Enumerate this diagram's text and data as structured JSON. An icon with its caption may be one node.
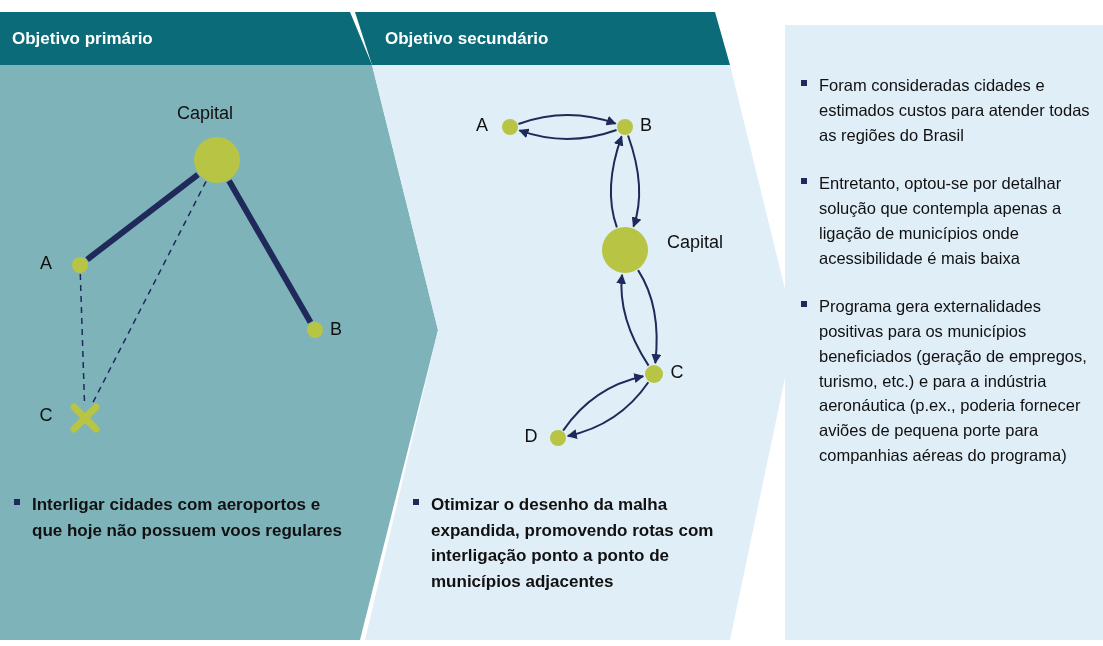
{
  "diagram": {
    "nodes": [
      {
        "text": [
          "Objetivo primário",
          "Interligar cidades com aeroportos e que hoje não possuem voos regulares"
        ]
      },
      {
        "text": [
          "Capital"
        ],
        "in": 0
      },
      {
        "text": [
          "A"
        ],
        "in": 0
      },
      {
        "text": [
          "B"
        ],
        "in": 0
      },
      {
        "text": [
          "C"
        ],
        "in": 0
      },
      {
        "text": [
          "Objetivo secundário",
          "Otimizar o desenho da malha expandida, promovendo rotas com interligação ponto a ponto de municípios adjacentes"
        ]
      },
      {
        "text": [
          "A"
        ],
        "in": 5
      },
      {
        "text": [
          "B"
        ],
        "in": 5
      },
      {
        "text": [
          "Capital"
        ],
        "in": 5
      },
      {
        "text": [
          "C"
        ],
        "in": 5
      },
      {
        "text": [
          "D"
        ],
        "in": 5
      },
      {
        "text": [
          "Foram consideradas cidades e estimados custos para atender todas as regiões do Brasil",
          "Entretanto, optou-se por detalhar solução que contempla apenas a ligação de municípios onde acessibilidade é mais baixa",
          "Programa gera externalidades positivas para os municípios beneficiados (geração de empregos, turismo, etc.) e para a indústria aeronáutica (p.ex., poderia fornecer aviões de pequena porte para companhias aéreas do programa)"
        ]
      }
    ],
    "edges": [
      {
        "from": 1,
        "to": 2,
        "arrow": "none",
        "style": "thick"
      },
      {
        "from": 1,
        "to": 3,
        "arrow": "none",
        "style": "thick"
      },
      {
        "from": 2,
        "to": 4,
        "arrow": "none",
        "style": "dashed"
      },
      {
        "from": 1,
        "to": 4,
        "arrow": "none",
        "style": "dashed"
      },
      {
        "from": 6,
        "to": 7,
        "arrow": "to"
      },
      {
        "from": 7,
        "to": 6,
        "arrow": "to"
      },
      {
        "from": 7,
        "to": 8,
        "arrow": "to"
      },
      {
        "from": 8,
        "to": 7,
        "arrow": "to"
      },
      {
        "from": 8,
        "to": 9,
        "arrow": "to"
      },
      {
        "from": 9,
        "to": 8,
        "arrow": "to"
      },
      {
        "from": 10,
        "to": 9,
        "arrow": "to"
      },
      {
        "from": 9,
        "to": 10,
        "arrow": "to"
      }
    ]
  }
}
